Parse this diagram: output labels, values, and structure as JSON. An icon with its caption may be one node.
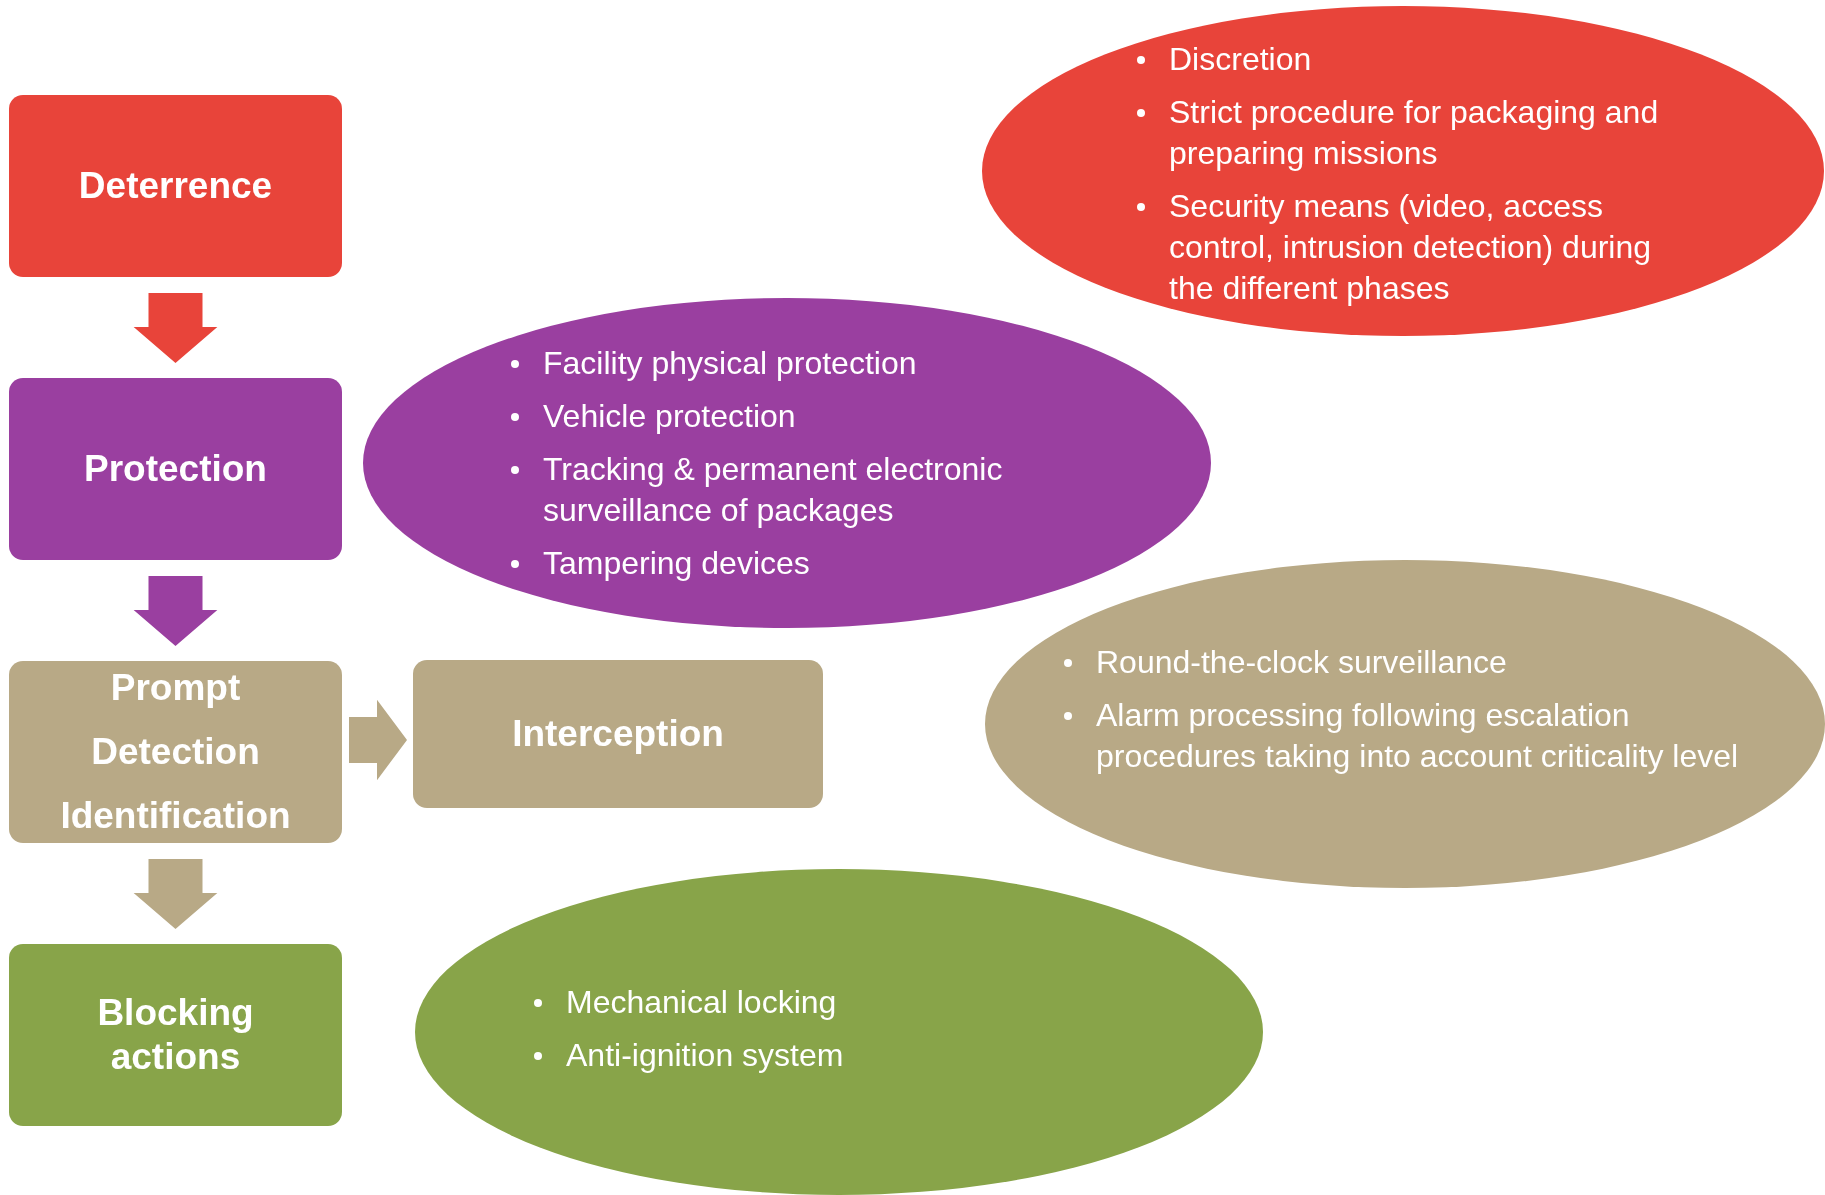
{
  "diagram": {
    "nodes": [
      {
        "text": [
          "Deterrence"
        ]
      },
      {
        "text": [
          "Protection"
        ]
      },
      {
        "text": [
          "Prompt Detection Identification"
        ]
      },
      {
        "text": [
          "Interception"
        ]
      },
      {
        "text": [
          "Blocking actions"
        ]
      },
      {
        "text": [
          "Discretion",
          "Strict procedure for packaging and preparing missions",
          "Security means (video, access control, intrusion detection) during the different phases"
        ]
      },
      {
        "text": [
          "Facility physical protection",
          "Vehicle protection",
          "Tracking & permanent electronic surveillance of packages",
          "Tampering devices"
        ]
      },
      {
        "text": [
          "Round-the-clock surveillance",
          "Alarm processing following escalation procedures taking into account criticality level"
        ]
      },
      {
        "text": [
          "Mechanical locking",
          "Anti-ignition system"
        ]
      }
    ],
    "edges": [
      {
        "from": 0,
        "to": 1,
        "arrow": "to",
        "style": "thick",
        "color": "#e8443a"
      },
      {
        "from": 1,
        "to": 2,
        "arrow": "to",
        "style": "thick",
        "color": "#9a3fa0"
      },
      {
        "from": 2,
        "to": 3,
        "arrow": "to",
        "style": "thick",
        "color": "#b8a986"
      },
      {
        "from": 2,
        "to": 4,
        "arrow": "to",
        "style": "thick",
        "color": "#b8a986"
      }
    ]
  }
}
